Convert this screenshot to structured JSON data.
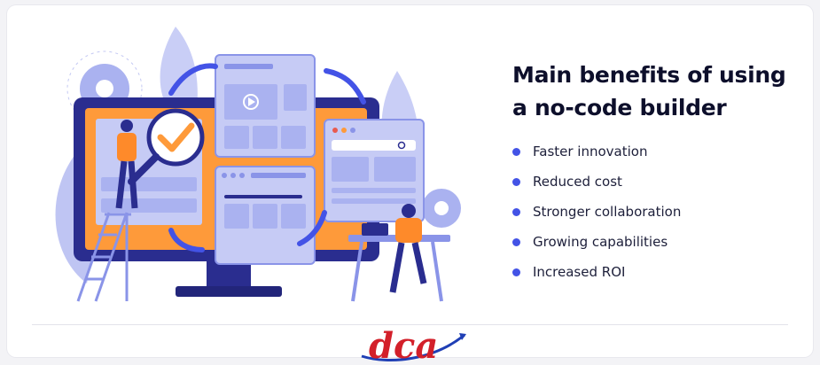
{
  "title_line1": "Main benefits of using",
  "title_line2": "a no-code builder",
  "benefits": [
    "Faster innovation",
    "Reduced cost",
    "Stronger collaboration",
    "Growing capabilities",
    "Increased ROI"
  ],
  "logo_text": "dca",
  "colors": {
    "accent": "#4353e6",
    "title": "#0d0f2b",
    "monitor": "#2a2d8f",
    "screen": "#fe9a3a",
    "window": "#c6cbf5",
    "logo_red": "#d3202a",
    "logo_blue": "#1f3fb5"
  }
}
